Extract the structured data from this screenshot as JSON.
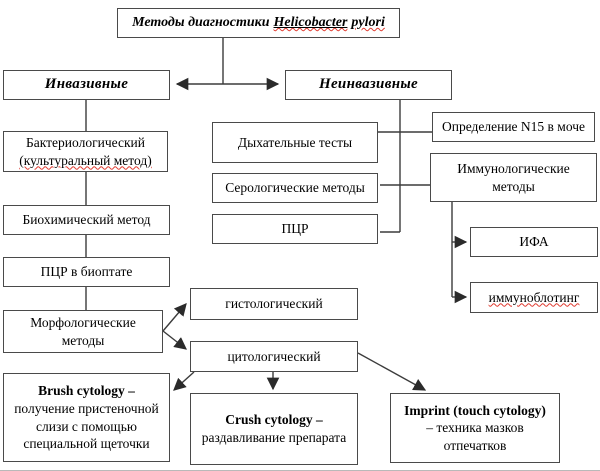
{
  "diagram": {
    "title": {
      "ru": "Методы диагностики",
      "term": "Helicobacter",
      "term_rest": "pylori"
    },
    "branches": {
      "invasive": "Инвазивные",
      "noninvasive": "Неинвазивные"
    },
    "invasive_chain": {
      "bacteriological_line1": "Бактериологический",
      "bacteriological_line2": "(культуральный метод)",
      "biochemical": "Биохимический метод",
      "pcr_bioptate": "ПЦР в биоптате",
      "morphological": "Морфологические методы"
    },
    "morphological_types": {
      "histological": "гистологический",
      "cytological": "цитологический"
    },
    "cytology_methods": {
      "brush_lead": "Brush cytology –",
      "brush_text": "получение пристеночной слизи с помощью специальной щеточки",
      "crush_lead": "Crush cytology –",
      "crush_text": "раздавливание препарата",
      "imprint_lead": "Imprint (touch cytology)",
      "imprint_text": "– техника мазков отпечатков"
    },
    "noninvasive_chain": {
      "breath_tests": "Дыхательные тесты",
      "serological": "Серологические методы",
      "pcr": "ПЦР",
      "n15_urine": "Определение N15 в моче",
      "immunological": "Иммунологические методы",
      "ifa": "ИФА",
      "immunoblotting": "иммуноблотинг"
    }
  }
}
